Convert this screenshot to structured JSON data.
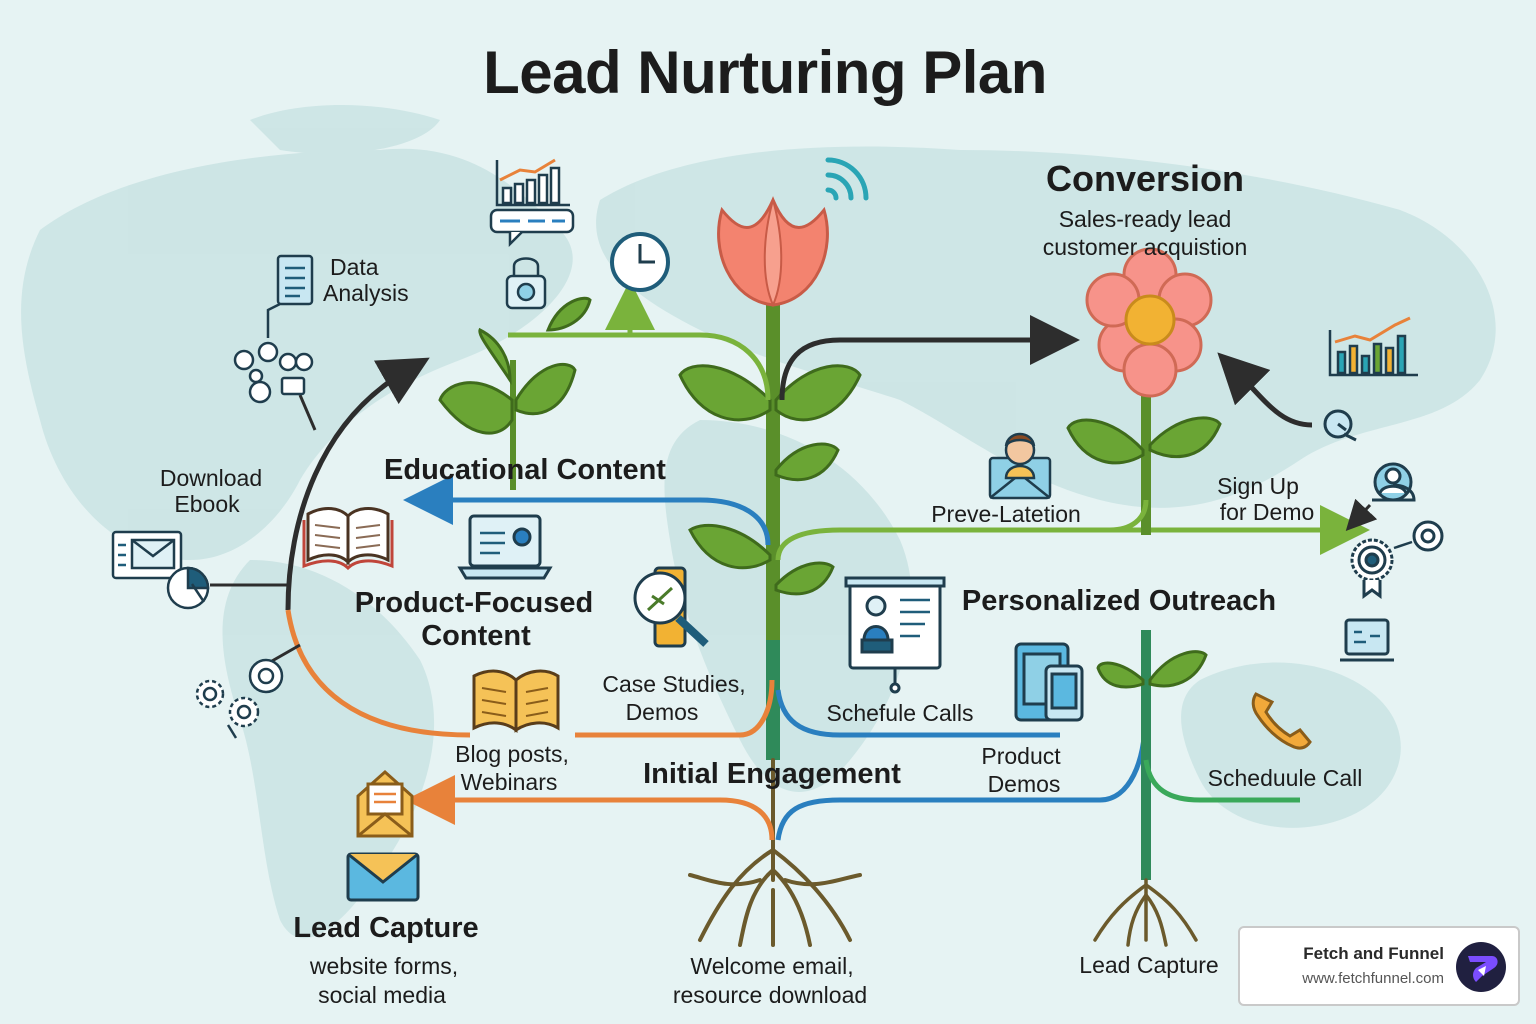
{
  "title": "Lead Nurturing Plan",
  "colors": {
    "background": "#e6f3f3",
    "map": "#cbe4e4",
    "stem": "#5a8f2a",
    "leaf": "#6aa534",
    "arrow_dark": "#2d2d2d",
    "arrow_blue": "#2a7fbf",
    "arrow_orange": "#e8823a",
    "arrow_green": "#7ab33c",
    "flower": "#f3836f",
    "flower_center": "#f2b233",
    "roots": "#6b5a2c"
  },
  "stages": {
    "conversion": {
      "title": "Conversion",
      "line1": "Sales-ready lead",
      "line2": "customer acquistion"
    },
    "educational": {
      "title": "Educational Content"
    },
    "product_focused": {
      "line1": "Product-Focused",
      "line2": "Content"
    },
    "personalized": {
      "title": "Personalized Outreach"
    },
    "initial": {
      "title": "Initial Engagement",
      "line1": "Welcome email,",
      "line2": "resource download"
    },
    "lead_capture": {
      "title": "Lead Capture",
      "line1": "website forms,",
      "line2": "social media"
    }
  },
  "labels": {
    "data_analysis_1": "Data",
    "data_analysis_2": "Analysis",
    "download_1": "Download",
    "download_2": "Ebook",
    "case_1": "Case Studies,",
    "case_2": "Demos",
    "blog_1": "Blog posts,",
    "blog_2": "Webinars",
    "preve": "Preve-Latetion",
    "sign_up_1": "Sign Up",
    "sign_up_2": "for Demo",
    "schedule_calls": "Schefule Calls",
    "product_demos_1": "Product",
    "product_demos_2": "Demos",
    "schedule_call": "Scheduule Call",
    "lead_capture_bottom": "Lead Capture"
  },
  "icons": [
    "bar-chart-icon",
    "chat-bubble-icon",
    "lock-icon",
    "wifi-signal-icon",
    "clock-icon",
    "document-icon",
    "people-network-icon",
    "newsletter-icon",
    "pie-chart-icon",
    "gears-icon",
    "open-book-icon",
    "laptop-icon",
    "magnifier-icon",
    "webinar-book-icon",
    "mail-envelope-icon",
    "envelope-icon",
    "user-mail-icon",
    "presentation-board-icon",
    "tablet-phone-icon",
    "phone-icon",
    "growth-chart-icon",
    "stopwatch-icon",
    "user-badge-icon",
    "target-icon",
    "settings-icon",
    "monitor-icon"
  ],
  "brand": {
    "name": "Fetch and Funnel",
    "url": "www.fetchfunnel.com"
  }
}
